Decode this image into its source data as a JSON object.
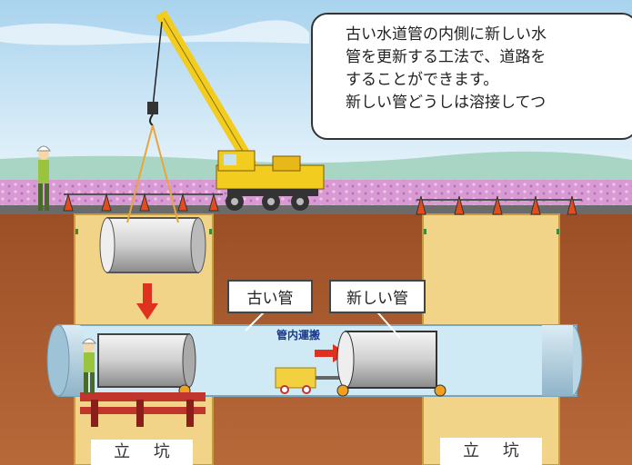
{
  "callout": {
    "lines": [
      "古い水道管の内側に新しい水",
      "管を更新する工法で、道路を",
      "することができます。",
      "新しい管どうしは溶接してつ"
    ]
  },
  "labels": {
    "old_pipe": "古い管",
    "new_pipe": "新しい管",
    "transport": "管内運搬",
    "shaft_left": "立 坑",
    "shaft_right": "立 坑"
  },
  "colors": {
    "sky": "#cfe7f6",
    "soil": "#a6562c",
    "shaft_fill": "#f2d488",
    "pipe_tunnel": "#cfe9f5",
    "crane": "#f2cc1e",
    "arrow": "#e0301e"
  }
}
